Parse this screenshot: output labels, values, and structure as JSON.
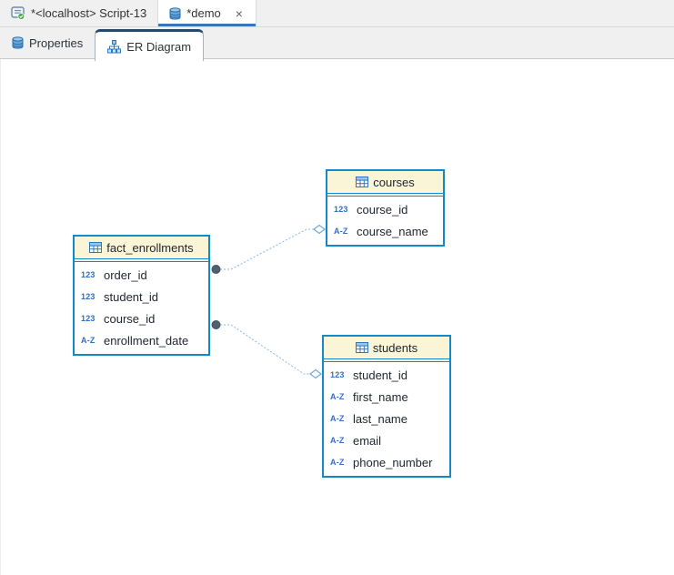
{
  "editor_tabs": [
    {
      "label": "*<localhost> Script-13",
      "icon": "sql-script-icon",
      "active": false
    },
    {
      "label": "*demo",
      "icon": "database-icon",
      "active": true,
      "close_glyph": "×"
    }
  ],
  "view_tabs": [
    {
      "label": "Properties",
      "icon": "database-icon",
      "active": false
    },
    {
      "label": "ER Diagram",
      "icon": "er-diagram-icon",
      "active": true
    }
  ],
  "diagram": {
    "entities": [
      {
        "title": "fact_enrollments",
        "columns": [
          {
            "icon": "123",
            "name": "order_id"
          },
          {
            "icon": "123",
            "name": "student_id"
          },
          {
            "icon": "123",
            "name": "course_id"
          },
          {
            "icon": "A-Z",
            "name": "enrollment_date"
          }
        ]
      },
      {
        "title": "courses",
        "columns": [
          {
            "icon": "123",
            "name": "course_id"
          },
          {
            "icon": "A-Z",
            "name": "course_name"
          }
        ]
      },
      {
        "title": "students",
        "columns": [
          {
            "icon": "123",
            "name": "student_id"
          },
          {
            "icon": "A-Z",
            "name": "first_name"
          },
          {
            "icon": "A-Z",
            "name": "last_name"
          },
          {
            "icon": "A-Z",
            "name": "email"
          },
          {
            "icon": "A-Z",
            "name": "phone_number"
          }
        ]
      }
    ],
    "relations": [
      {
        "from": "fact_enrollments",
        "to": "courses"
      },
      {
        "from": "fact_enrollments",
        "to": "students"
      }
    ],
    "colors": {
      "entity_border": "#1389ca",
      "entity_header_bg": "#fbf5d8",
      "relation_line": "#8cb8dc",
      "relation_dot": "#51606d",
      "relation_diamond_stroke": "#74a9d4",
      "active_tab_underline": "#3676bd",
      "selected_view_tab_accent": "#26496e",
      "field_icon_blue": "#2f6fc7"
    }
  }
}
